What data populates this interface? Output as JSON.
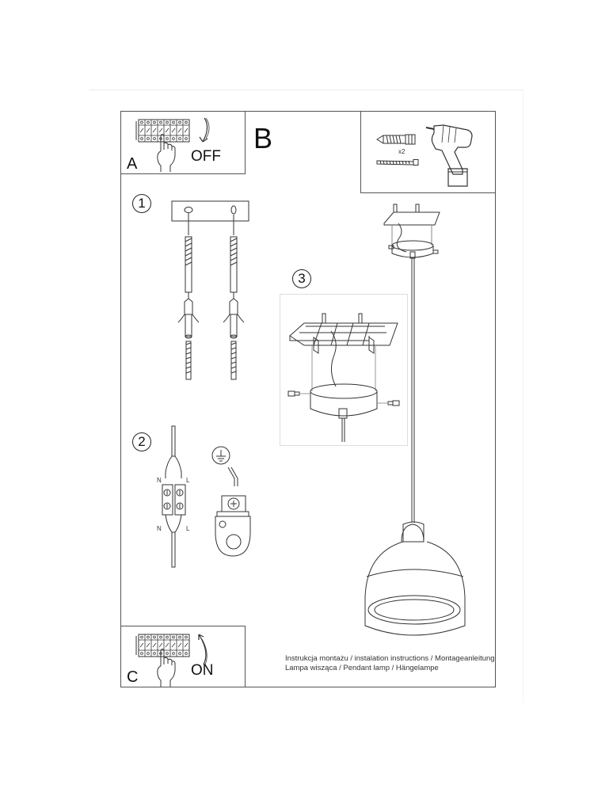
{
  "document": {
    "type": "installation-instructions",
    "section_label": "B"
  },
  "panel_a": {
    "letter": "A",
    "action": "OFF",
    "illustration": "hand-switching-circuit-breaker-off"
  },
  "panel_c": {
    "letter": "C",
    "action": "ON",
    "illustration": "hand-switching-circuit-breaker-on"
  },
  "tools": {
    "quantity_label": "x2",
    "items": [
      "wall-plug-icon",
      "screw-icon",
      "power-drill-icon"
    ]
  },
  "steps": [
    {
      "number": "1",
      "description": "drill-holes-insert-wall-plugs-and-screws"
    },
    {
      "number": "2",
      "description": "connect-wires-and-ground"
    },
    {
      "number": "3",
      "description": "attach-canopy-to-mounting-bracket"
    }
  ],
  "wiring": {
    "terminal_top_left": "N",
    "terminal_top_right": "L",
    "terminal_bottom_left": "N",
    "terminal_bottom_right": "L",
    "ground_symbol": "ground-icon"
  },
  "caption": {
    "line1": "Instrukcja montażu / instalation instructions / Montageanleitung",
    "line2": "Lampa wisząca / Pendant lamp / Hängelampe"
  },
  "colors": {
    "line": "#333333",
    "frame": "#555555",
    "background": "#ffffff"
  }
}
